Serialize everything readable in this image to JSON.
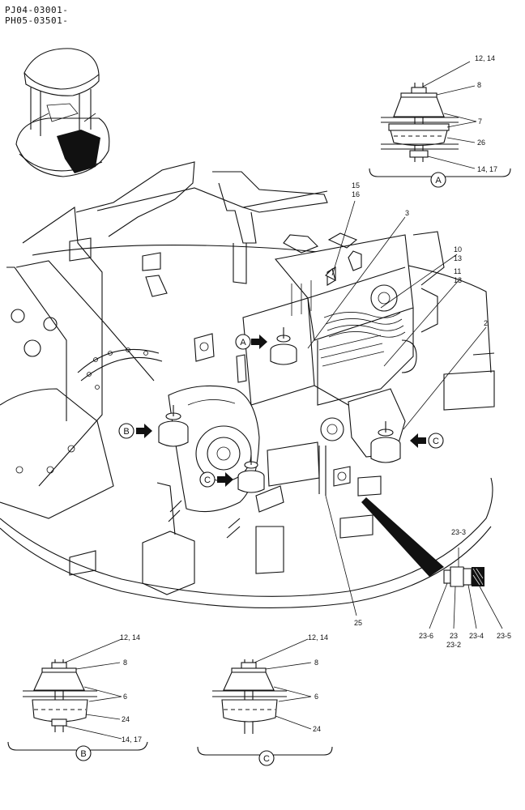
{
  "header": {
    "code_line_1": "PJ04-03001-",
    "code_line_2": "PH05-03501-"
  },
  "callouts": {
    "c_12_14_top": "12, 14",
    "c_8_top": "8",
    "c_7": "7",
    "c_26": "26",
    "c_14_17_top": "14, 17",
    "c_15": "15",
    "c_16": "16",
    "c_3": "3",
    "c_10": "10",
    "c_13a": "13",
    "c_11": "11",
    "c_13b": "13",
    "c_2": "2",
    "c_25": "25",
    "c_23_3": "23-3",
    "c_23_6": "23-6",
    "c_23": "23",
    "c_23_2": "23-2",
    "c_23_4": "23-4",
    "c_23_5": "23-5",
    "b_12_14": "12, 14",
    "b_8": "8",
    "b_6": "6",
    "b_24": "24",
    "b_14_17": "14, 17",
    "c2_12_14": "12, 14",
    "c2_8": "8",
    "c2_6": "6",
    "c2_24": "24"
  },
  "view_markers": {
    "A": "A",
    "B": "B",
    "C": "C"
  },
  "colors": {
    "ink": "#111111",
    "paper": "#ffffff"
  }
}
